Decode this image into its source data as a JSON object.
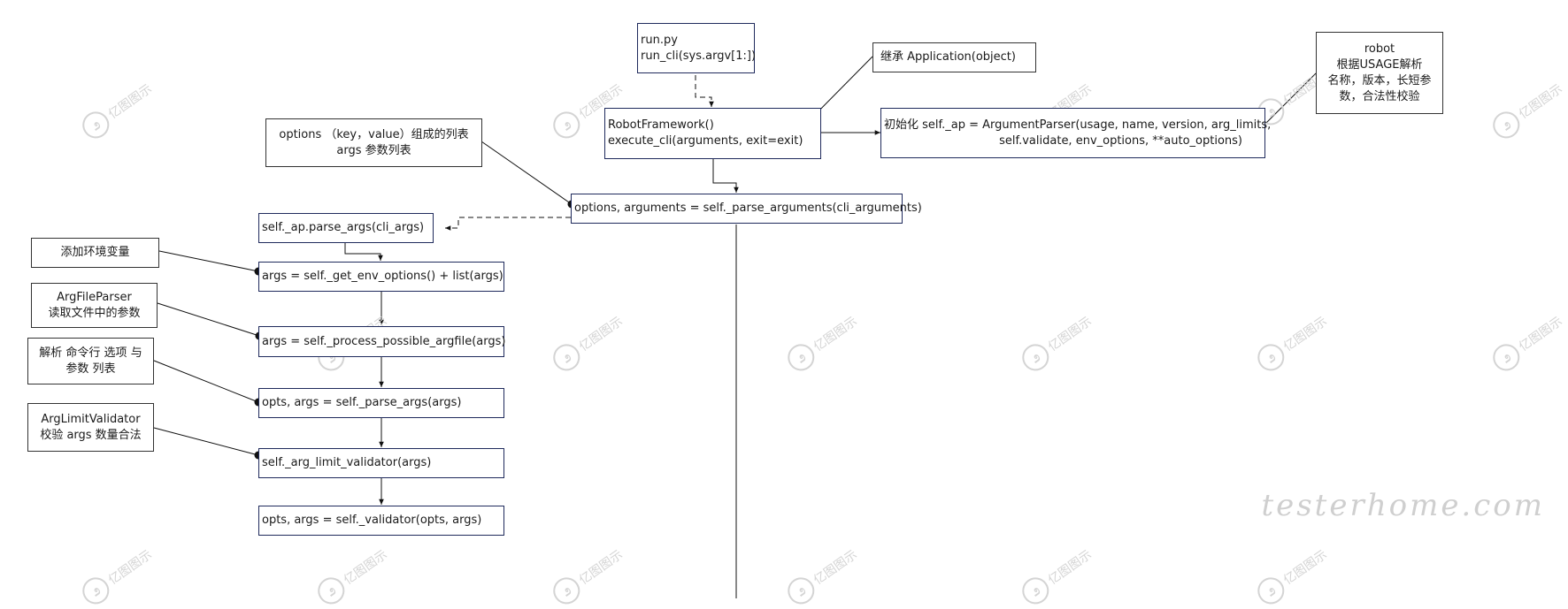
{
  "nodes": {
    "run_py": [
      "run.py",
      "run_cli(sys.argv[1:])"
    ],
    "robot_framework": [
      "RobotFramework()",
      "execute_cli(arguments, exit=exit)"
    ],
    "init_ap": [
      "初始化 self._ap = ArgumentParser(usage, name, version, arg_limits,",
      "self.validate, env_options, **auto_options)"
    ],
    "parse_arguments": "options, arguments = self._parse_arguments(cli_arguments)",
    "ap_parse_args": "self._ap.parse_args(cli_args)",
    "env_options": "args = self._get_env_options() + list(args)",
    "process_argfile": "args = self._process_possible_argfile(args)",
    "parse_args": "opts, args = self._parse_args(args)",
    "arg_limit_validator": "self._arg_limit_validator(args)",
    "validator": "opts, args = self._validator(opts, args)"
  },
  "notes": {
    "inherit": "继承   Application(object)",
    "robot": [
      "robot",
      "根据USAGE解析",
      "名称，版本，长短参",
      "数，合法性校验"
    ],
    "options_list": [
      "options （key，value）组成的列表",
      "args 参数列表"
    ],
    "env_vars": "添加环境变量",
    "argfile_parser": [
      "ArgFileParser",
      "读取文件中的参数"
    ],
    "parse_cli": [
      "解析 命令行 选项 与",
      "参数 列表"
    ],
    "arg_limit": [
      "ArgLimitValidator",
      "校验 args 数量合法"
    ]
  },
  "watermark": {
    "text": "亿图图示",
    "brand": "testerhome.com"
  }
}
